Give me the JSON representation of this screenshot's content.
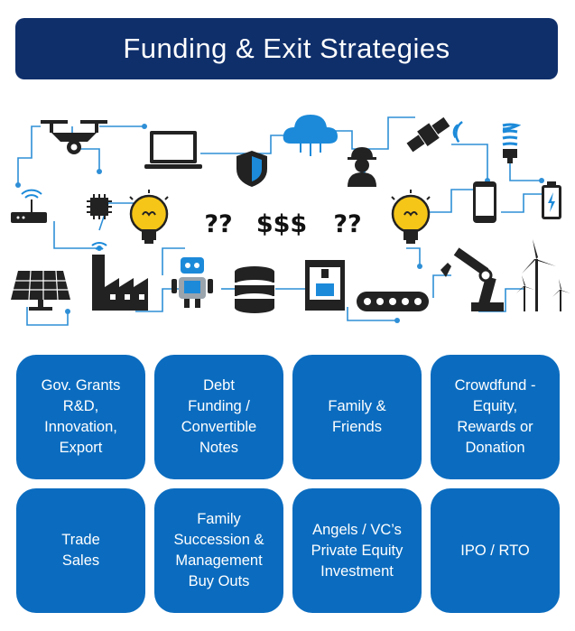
{
  "title": "Funding & Exit Strategies",
  "center_text": {
    "left": "??",
    "middle": "$$$",
    "right": "??"
  },
  "icons": [
    "drone-icon",
    "laptop-icon",
    "cloud-icon",
    "shield-icon",
    "worker-icon",
    "satellite-icon",
    "bulb-icon",
    "router-icon",
    "chip-icon",
    "lightbulb-icon",
    "smartphone-icon",
    "battery-icon",
    "solar-panel-icon",
    "factory-icon",
    "robot-icon",
    "database-icon",
    "3d-printer-icon",
    "conveyor-icon",
    "robot-arm-icon",
    "wind-turbine-icon"
  ],
  "colors": {
    "title_bg": "#0f2f6b",
    "tile_bg": "#0b6cbf",
    "circuit": "#2e8fd6"
  },
  "tiles": [
    {
      "label": "Gov. Grants\nR&D,\nInnovation,\nExport"
    },
    {
      "label": "Debt\nFunding /\nConvertible\nNotes"
    },
    {
      "label": "Family &\nFriends"
    },
    {
      "label": "Crowdfund -\nEquity,\nRewards or\nDonation"
    },
    {
      "label": "Trade\nSales"
    },
    {
      "label": "Family\nSuccession &\nManagement\nBuy Outs"
    },
    {
      "label": "Angels / VC’s\nPrivate Equity\nInvestment"
    },
    {
      "label": "IPO / RTO"
    }
  ]
}
